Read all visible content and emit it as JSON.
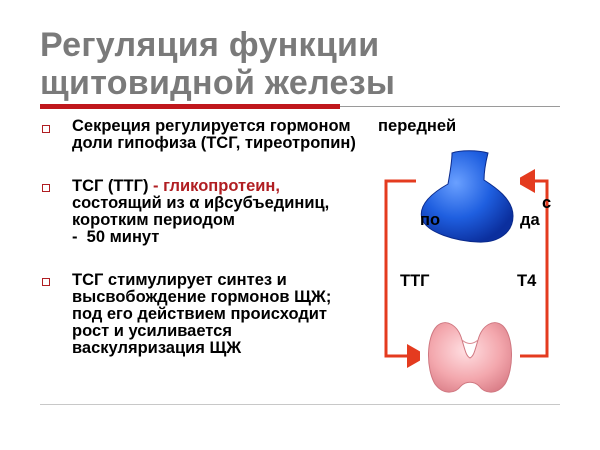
{
  "slide": {
    "title_line1": "Регуляция функции",
    "title_line2": "щитовидной железы",
    "bullets": [
      {
        "lines": [
          "Секреция регулируется гормоном      передней",
          "доли гипофиза (ТСГ, тиреотропин)"
        ]
      },
      {
        "lines": [
          "ТСГ (ТТГ)",
          "состоящий из α иβсубъединиц,",
          "коротким периодом",
          "-  50 минут"
        ],
        "line1_rest": " - гликопротеин,"
      },
      {
        "lines": [
          "ТСГ стимулирует синтез и",
          "высвобождение гормонов ЩЖ;",
          "под его действием происходит",
          "рост и усиливается",
          "васкуляризация ЩЖ"
        ]
      }
    ]
  },
  "diagram": {
    "label_ttg": "ТТГ",
    "label_t4": "Т4",
    "partial_c": "с",
    "partial_po": "по",
    "partial_da": "да",
    "arrow_color": "#e43b1f",
    "pituitary_color": "#1f5fe0",
    "thyroid_color": "#f0a3a8"
  }
}
